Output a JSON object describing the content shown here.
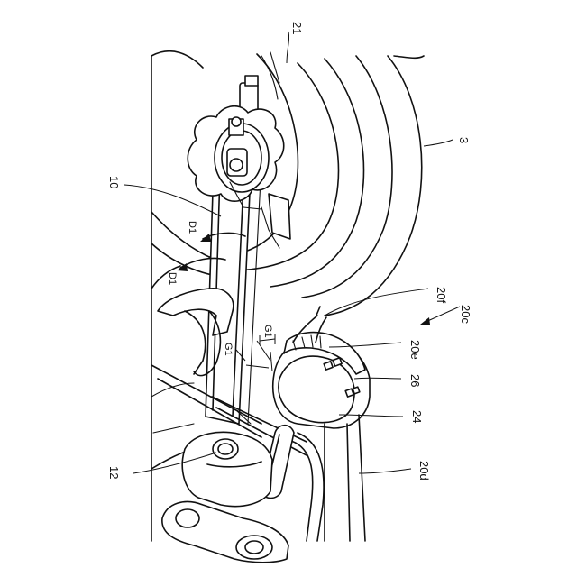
{
  "labels": {
    "ref_21": "21",
    "ref_3": "3",
    "ref_10": "10",
    "ref_d1_upper": "D1",
    "ref_d1_lower": "D1",
    "ref_20f": "20f",
    "ref_20c": "20c",
    "ref_g1_upper": "G1",
    "ref_g1_lower": "G1",
    "ref_20e": "20e",
    "ref_26": "26",
    "ref_24": "24",
    "ref_12": "12",
    "ref_20d": "20d"
  }
}
